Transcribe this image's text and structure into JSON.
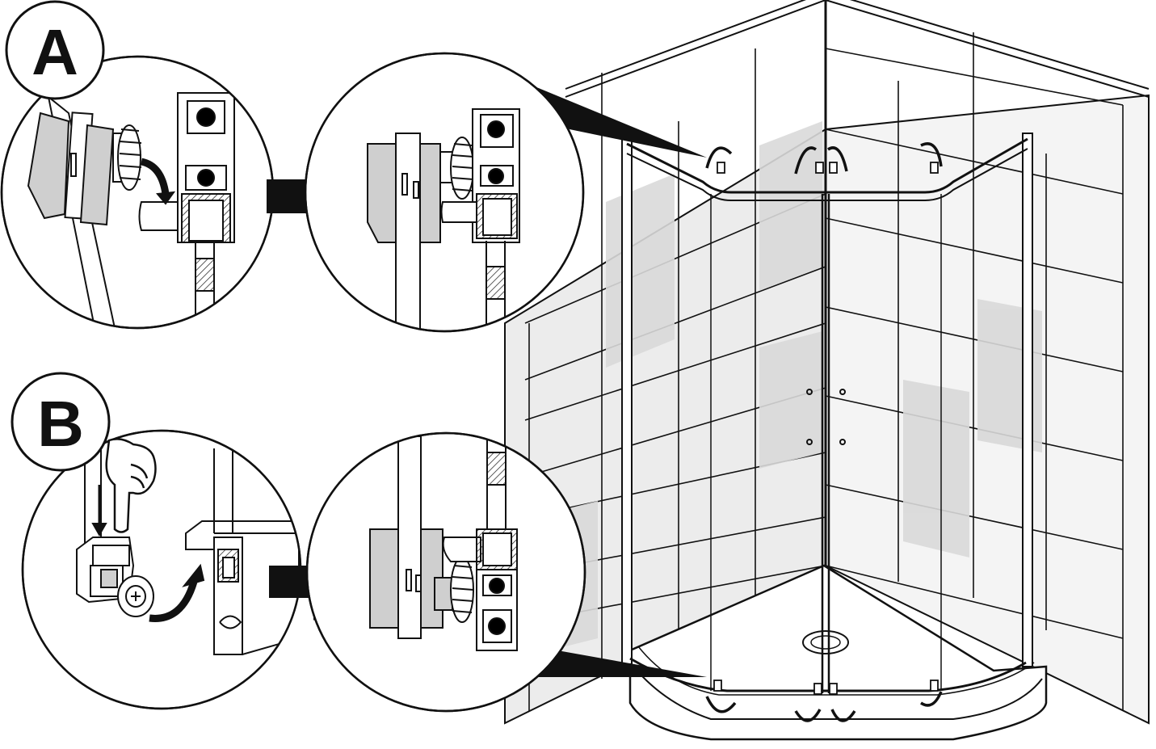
{
  "steps": [
    {
      "id": "A",
      "label": "A"
    },
    {
      "id": "B",
      "label": "B"
    }
  ],
  "colors": {
    "ink": "#111111",
    "tile": "#e2e2e2",
    "tile_light": "#f2f2f2",
    "panel": "#cfcfcf",
    "background": "#ffffff"
  },
  "icons": [
    "pointing-hand-icon",
    "curved-arrow-icon",
    "right-arrow-icon",
    "down-arrow-icon",
    "phillips-screw-icon",
    "drain-icon"
  ]
}
